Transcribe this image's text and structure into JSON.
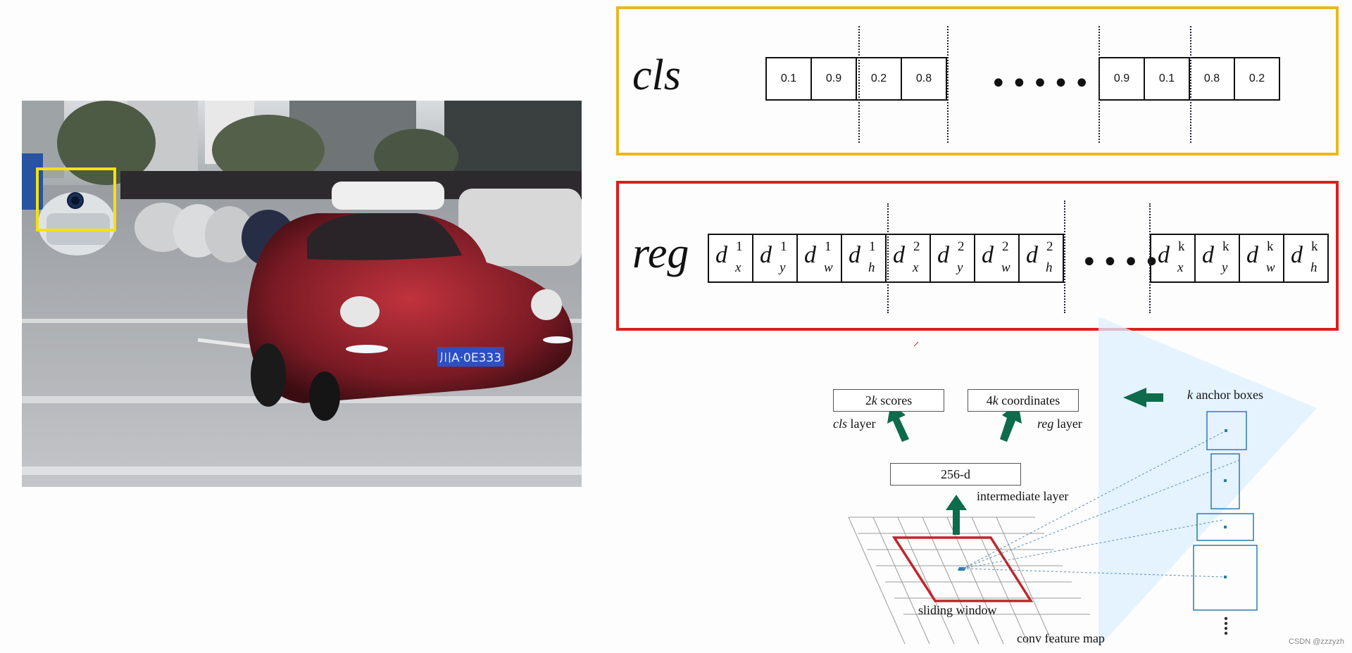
{
  "photo": {
    "plate_text": "川A·0E333"
  },
  "cls": {
    "label": "cls",
    "group1": [
      "0.1",
      "0.9",
      "0.2",
      "0.8"
    ],
    "ellipsis": "•••••",
    "group2": [
      "0.9",
      "0.1",
      "0.8",
      "0.2"
    ]
  },
  "reg": {
    "label": "reg",
    "ellipsis": "••••",
    "cells": [
      {
        "sub": "x",
        "sup": "1"
      },
      {
        "sub": "y",
        "sup": "1"
      },
      {
        "sub": "w",
        "sup": "1"
      },
      {
        "sub": "h",
        "sup": "1"
      },
      {
        "sub": "x",
        "sup": "2"
      },
      {
        "sub": "y",
        "sup": "2"
      },
      {
        "sub": "w",
        "sup": "2"
      },
      {
        "sub": "h",
        "sup": "2"
      },
      {
        "sub": "x",
        "sup": "k"
      },
      {
        "sub": "y",
        "sup": "k"
      },
      {
        "sub": "w",
        "sup": "k"
      },
      {
        "sub": "h",
        "sup": "k"
      }
    ]
  },
  "diagram": {
    "scores_prefix": "2",
    "scores_k": "k",
    "scores_suffix": " scores",
    "coords_prefix": "4",
    "coords_k": "k",
    "coords_suffix": " coordinates",
    "cls_layer_italic": "cls",
    "cls_layer_rest": " layer",
    "reg_layer_italic": "reg",
    "reg_layer_rest": " layer",
    "intermediate_box": "256-d",
    "intermediate_label": "intermediate layer",
    "sliding_window": "sliding window",
    "feature_map": "conv feature map",
    "anchor_k": "k",
    "anchor_rest": " anchor boxes"
  },
  "colors": {
    "cls_border": "#eab71d",
    "reg_border": "#e01c1c",
    "arrow_green": "#0e6b4b",
    "anchor_blue": "#2a7cb0",
    "window_red": "#c0262c"
  },
  "watermark": "CSDN @zzzyzh"
}
